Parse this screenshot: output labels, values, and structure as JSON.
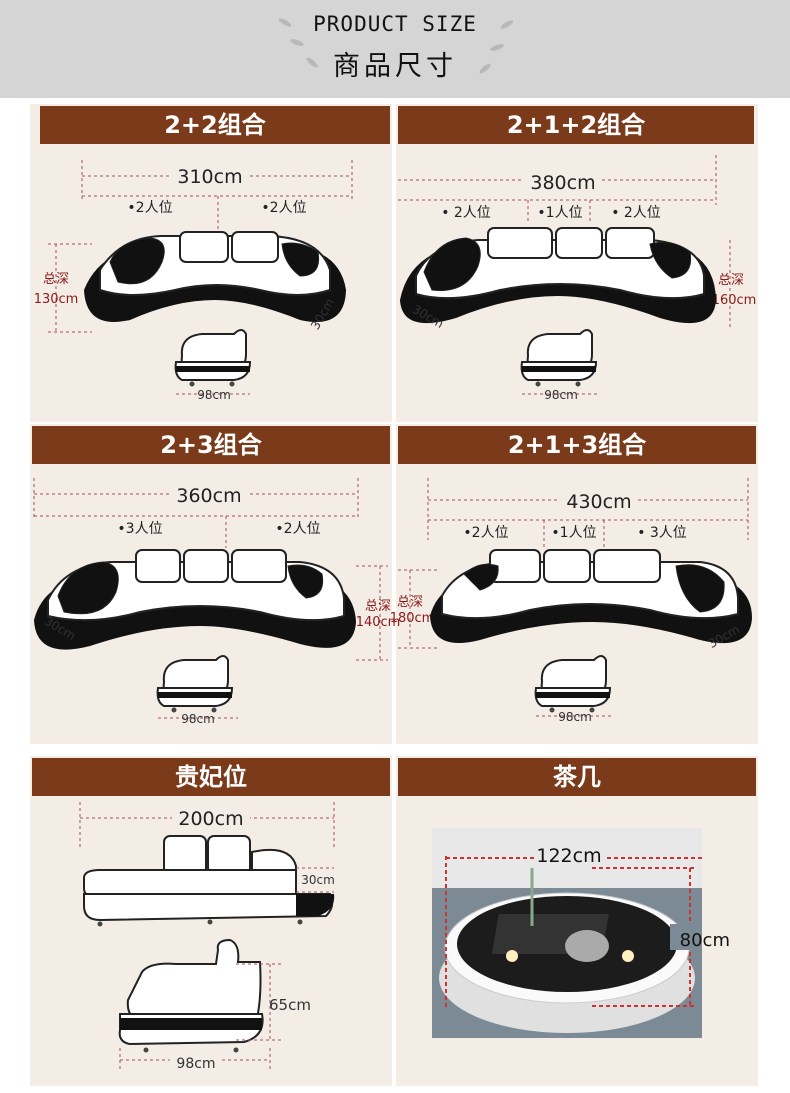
{
  "header": {
    "title_en": "PRODUCT SIZE",
    "title_zh": "商品尺寸"
  },
  "sections": [
    {
      "id": "s1",
      "title": "2+2组合",
      "width_label": "310cm",
      "seats": [
        "•2人位",
        "•2人位"
      ],
      "depth_label": "总深",
      "depth_value": "130cm",
      "arm_label": "30cm",
      "side_label": "98cm"
    },
    {
      "id": "s2",
      "title": "2+1+2组合",
      "width_label": "380cm",
      "seats": [
        "• 2人位",
        "•1人位",
        "• 2人位"
      ],
      "depth_label": "总深",
      "depth_value": "160cm",
      "arm_label": "30cm",
      "side_label": "98cm"
    },
    {
      "id": "s3",
      "title": "2+3组合",
      "width_label": "360cm",
      "seats": [
        "•3人位",
        "•2人位"
      ],
      "depth_label": "总深",
      "depth_value": "140cm",
      "arm_label": "30cm",
      "side_label": "98cm"
    },
    {
      "id": "s4",
      "title": "2+1+3组合",
      "width_label": "430cm",
      "seats": [
        "•2人位",
        "•1人位",
        "• 3人位"
      ],
      "depth_label": "总深",
      "depth_value": "180cm",
      "arm_label": "30cm",
      "side_label": "98cm"
    },
    {
      "id": "s5",
      "title": "贵妃位",
      "width_label": "200cm",
      "arm_label": "30cm",
      "height_label": "65cm",
      "side_label": "98cm"
    },
    {
      "id": "s6",
      "title": "茶几",
      "width_label": "122cm",
      "depth_label": "80cm"
    }
  ]
}
